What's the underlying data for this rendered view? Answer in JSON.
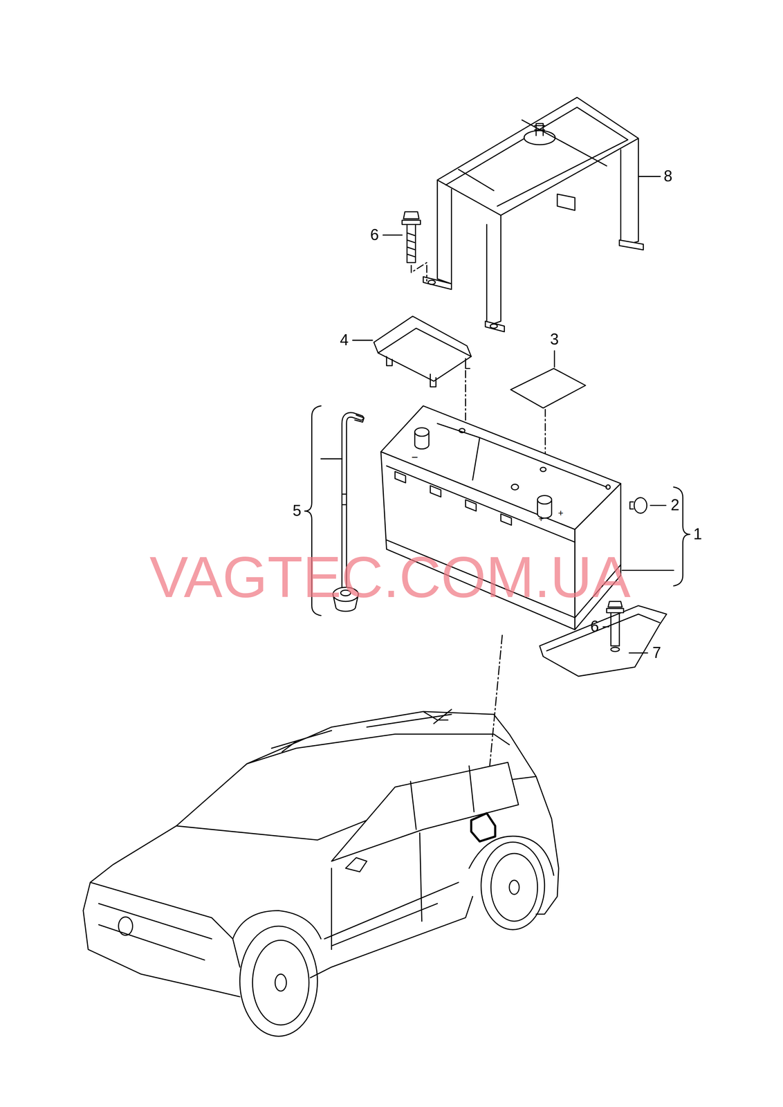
{
  "diagram": {
    "labels": [
      "8",
      "6",
      "4",
      "3",
      "5",
      "2",
      "1",
      "6",
      "7",
      "−",
      "+",
      "+",
      "VAGTEC.COM.UA"
    ]
  }
}
